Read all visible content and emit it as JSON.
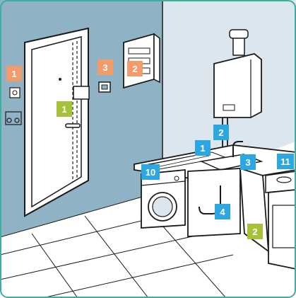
{
  "scene": {
    "description_icon": "home-utilities-illustration"
  },
  "badges": {
    "orange_outer_door_zone": "1",
    "green_door": "1",
    "orange_switch": "3",
    "orange_electrical_panel": "2",
    "blue_boiler_pipe": "2",
    "blue_countertop": "1",
    "blue_faucet": "3",
    "blue_stove": "11",
    "blue_washing_machine": "10",
    "blue_siphon": "4",
    "green_cabinet_door": "2"
  },
  "colors": {
    "wall_left": "#8fb2c4",
    "wall_right": "#dbe6ee",
    "floor": "#ffffff",
    "outline": "#1a1a1a",
    "orange_badge": "#f29c6b",
    "green_badge": "#a6c23a",
    "blue_badge": "#2ea7e0",
    "frame_border": "#3fae9c"
  }
}
